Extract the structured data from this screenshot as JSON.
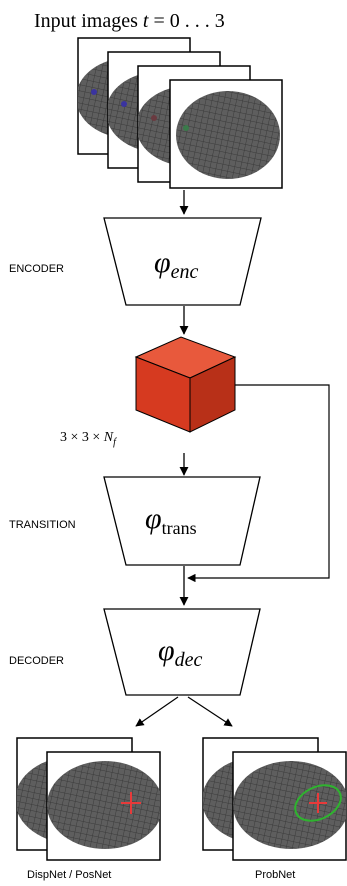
{
  "title": {
    "prefix": "Input images ",
    "var": "t",
    "suffix": " = 0 . . . 3"
  },
  "encoder": {
    "label": "ENCODER",
    "symbol": "φ",
    "subscript": "enc"
  },
  "latent": {
    "dims_text": "3 × 3 × ",
    "dims_var": "N",
    "dims_sub": "f",
    "color": "#d63a20"
  },
  "transition": {
    "label": "TRANSITION",
    "symbol": "φ",
    "subscript": "trans"
  },
  "decoder": {
    "label": "DECODER",
    "symbol": "φ",
    "subscript": "dec"
  },
  "outputs": [
    {
      "label": "DispNet / PosNet"
    },
    {
      "label": "ProbNet"
    }
  ],
  "colors": {
    "ellipse_fill": "#5a5a5a",
    "ellipse_grid": "#3c3c3c",
    "cross": "#e83a3a",
    "prob_ring": "#2fb32f",
    "line": "#000000"
  }
}
